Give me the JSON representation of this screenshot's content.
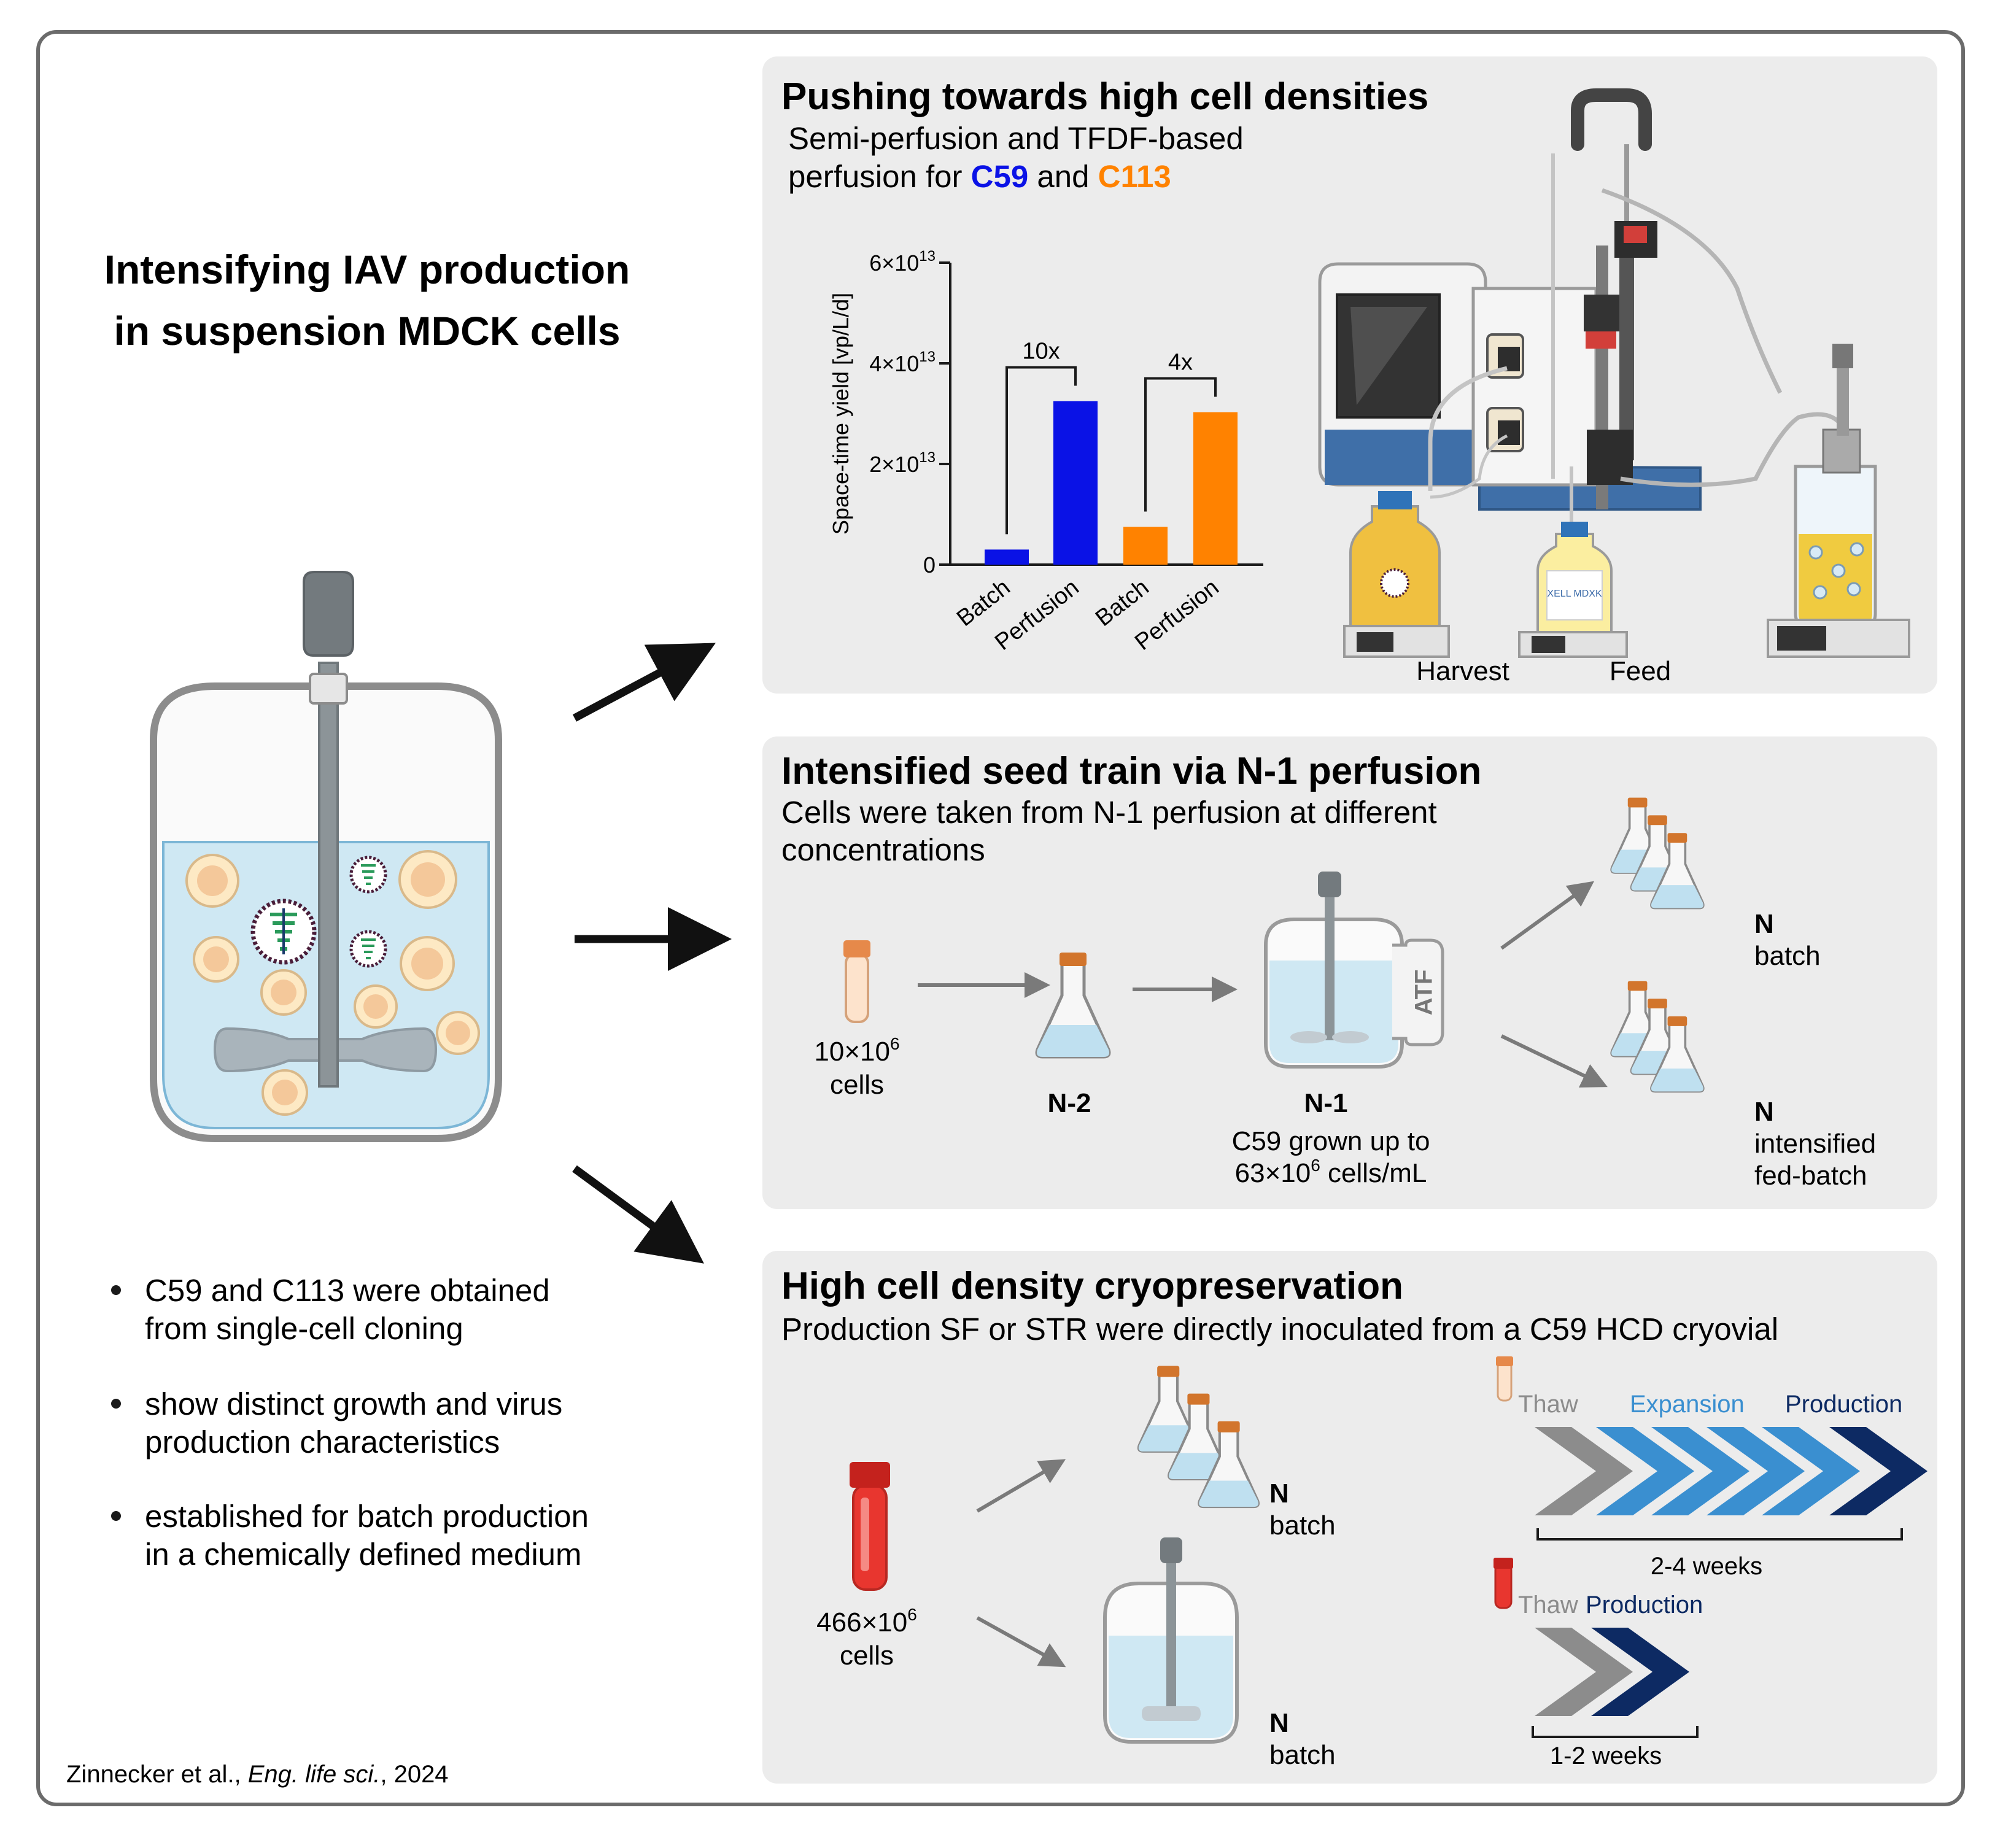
{
  "main_title": {
    "line1": "Intensifying IAV production",
    "line2": "in suspension MDCK cells"
  },
  "bullets": [
    {
      "line1": "C59 and C113 were obtained",
      "line2": "from single-cell cloning"
    },
    {
      "line1": "show distinct growth and virus",
      "line2": "production characteristics"
    },
    {
      "line1": "established for batch production",
      "line2": "in a chemically defined medium"
    }
  ],
  "citation": {
    "authors": "Zinnecker et al., ",
    "journal": "Eng. life sci.",
    "year": ", 2024"
  },
  "panel1": {
    "title": "Pushing towards high cell densities",
    "subtitle_line1": "Semi-perfusion and TFDF-based",
    "subtitle_line2_prefix": "perfusion for ",
    "clone_a": "C59",
    "connector": " and ",
    "clone_b": "C113",
    "harvest_label": "Harvest",
    "feed_label": "Feed",
    "bottle_text": "XELL MDXK"
  },
  "panel2": {
    "title": "Intensified seed train via N-1 perfusion",
    "subtitle_line1": "Cells were taken from N-1 perfusion at different",
    "subtitle_line2": "concentrations",
    "vial_count": "10×10",
    "vial_exp": "6",
    "vial_unit": "cells",
    "n2_label": "N-2",
    "n1_label": "N-1",
    "n1_desc_line1": "C59 grown up to",
    "n1_desc_line2_a": "63×10",
    "n1_desc_exp": "6",
    "n1_desc_line2_b": " cells/mL",
    "atf_label": "ATF",
    "out1_n": "N",
    "out1_desc": "batch",
    "out2_n": "N",
    "out2_desc_line1": "intensified",
    "out2_desc_line2": "fed-batch"
  },
  "panel3": {
    "title": "High cell density cryopreservation",
    "subtitle": "Production SF or STR were directly inoculated from a C59 HCD cryovial",
    "vial_count": "466×10",
    "vial_exp": "6",
    "vial_unit": "cells",
    "out1_n": "N",
    "out1_desc": "batch",
    "out2_n": "N",
    "out2_desc": "batch",
    "timeline1": {
      "thaw": "Thaw",
      "expansion": "Expansion",
      "production": "Production",
      "duration": "2-4 weeks"
    },
    "timeline2": {
      "thaw": "Thaw",
      "production": "Production",
      "duration": "1-2 weeks"
    }
  },
  "chart_data": {
    "type": "bar",
    "ylabel": "Space-time yield [vp/L/d]",
    "ylim": [
      0,
      60000000000000.0
    ],
    "yticks": [
      {
        "value": 0,
        "label": "0",
        "exp": ""
      },
      {
        "value": 20000000000000.0,
        "label": "2×10",
        "exp": "13"
      },
      {
        "value": 40000000000000.0,
        "label": "4×10",
        "exp": "13"
      },
      {
        "value": 60000000000000.0,
        "label": "6×10",
        "exp": "13"
      }
    ],
    "categories": [
      "Batch",
      "Perfusion",
      "Batch",
      "Perfusion"
    ],
    "series": [
      {
        "values": [
          3000000000000.0,
          32500000000000.0,
          null,
          null
        ]
      },
      {
        "values": [
          null,
          null,
          7500000000000.0,
          30300000000000.0
        ]
      }
    ],
    "annotations": [
      {
        "text": "10x",
        "from": 0,
        "to": 1
      },
      {
        "text": "4x",
        "from": 2,
        "to": 3
      }
    ],
    "colors": {
      "C59": "#0a12e6",
      "C113": "#ff8200"
    }
  },
  "colors": {
    "frame": "#6b6b6b",
    "panel_bg": "#ececec",
    "c59": "#0a12e6",
    "c113": "#ff8200",
    "medium": "#cfe8f3",
    "cell_fill": "#fde9c4",
    "cell_core": "#f4c89a",
    "thaw": "#8c8c8c",
    "expansion": "#3a8fd0",
    "production": "#0d2a63"
  }
}
